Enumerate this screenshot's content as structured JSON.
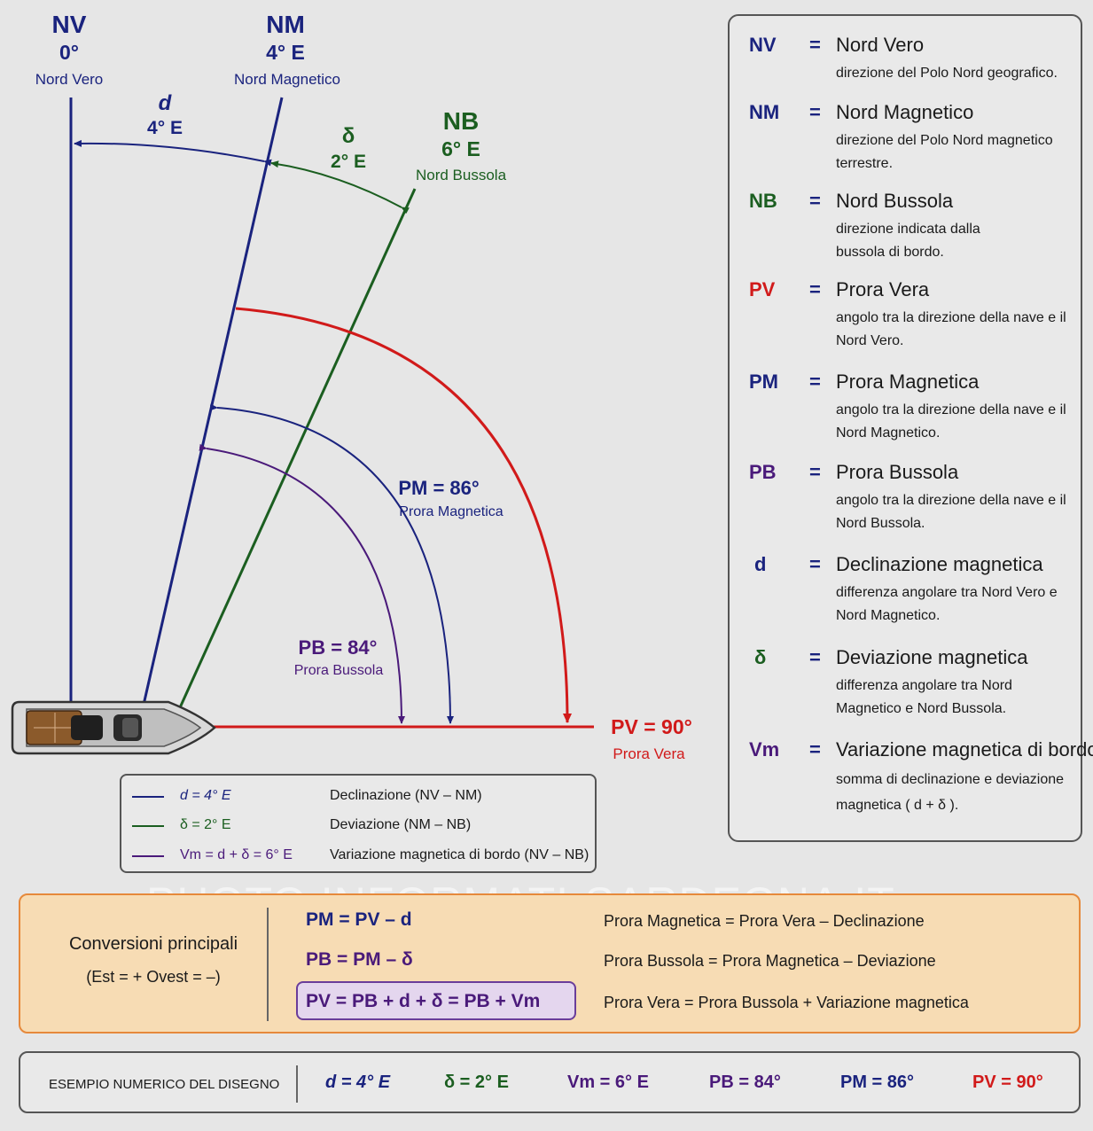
{
  "diagram": {
    "nv": {
      "label": "NV",
      "value": "0°",
      "name": "Nord Vero"
    },
    "nm": {
      "label": "NM",
      "value": "4° E",
      "name": "Nord Magnetico"
    },
    "nb": {
      "label": "NB",
      "value": "6° E",
      "name": "Nord Bussola"
    },
    "d_angle": {
      "symbol": "d",
      "value": "4° E"
    },
    "delta_angle": {
      "symbol": "δ",
      "value": "2° E"
    },
    "pm": {
      "value": "PM = 86°",
      "name": "Prora Magnetica"
    },
    "pb": {
      "value": "PB = 84°",
      "name": "Prora Bussola"
    },
    "pv": {
      "value": "PV = 90°",
      "name": "Prora Vera"
    }
  },
  "legend": [
    {
      "sym": "NV",
      "color": "#1a237e",
      "title": "Nord Vero",
      "desc": "direzione del Polo Nord geografico."
    },
    {
      "sym": "NM",
      "color": "#1a237e",
      "title": "Nord Magnetico",
      "desc": "direzione del Polo Nord magnetico terrestre."
    },
    {
      "sym": "NB",
      "color": "#1b5e20",
      "title": "Nord Bussola",
      "desc": "direzione indicata dalla bussola di bordo."
    },
    {
      "sym": "PV",
      "color": "#d11a1a",
      "title": "Prora Vera",
      "desc": "angolo tra la direzione della nave e il Nord Vero."
    },
    {
      "sym": "PM",
      "color": "#1a237e",
      "title": "Prora Magnetica",
      "desc": "angolo tra la direzione della nave e il Nord Magnetico."
    },
    {
      "sym": "PB",
      "color": "#4a1a7a",
      "title": "Prora Bussola",
      "desc": "angolo tra la direzione della nave e il Nord Bussola."
    },
    {
      "sym": "d",
      "color": "#1a237e",
      "title": "Declinazione magnetica",
      "desc": "differenza angolare tra Nord Vero e Nord Magnetico."
    },
    {
      "sym": "δ",
      "color": "#1b5e20",
      "title": "Deviazione magnetica",
      "desc": "differenza angolare tra Nord Magnetico e Nord Bussola."
    },
    {
      "sym": "Vm",
      "color": "#4a1a7a",
      "title": "Variazione magnetica di bordo",
      "desc": "somma di declinazione e deviazione magnetica ( d + δ )."
    }
  ],
  "legend_eq": "=",
  "key": [
    {
      "color": "#1a237e",
      "formula": "d  =  4° E",
      "desc": "Declinazione (NV – NM)"
    },
    {
      "color": "#1b5e20",
      "formula": "δ  =  2° E",
      "desc": "Deviazione (NM – NB)"
    },
    {
      "color": "#4a1a7a",
      "formula": "Vm = d + δ = 6° E",
      "desc": "Variazione magnetica di bordo (NV – NB)"
    }
  ],
  "conversions": {
    "title": "Conversioni principali",
    "subtitle": "(Est = +  Ovest = –)",
    "rows": [
      {
        "formula": "PM  =  PV  – d",
        "text": "Prora Magnetica  =  Prora Vera  –  Declinazione"
      },
      {
        "formula": "PB  =  PM – δ",
        "text": "Prora Bussola  =  Prora Magnetica  –  Deviazione"
      },
      {
        "formula": "PV  =  PB + d + δ  =  PB + Vm",
        "text": "Prora Vera  =  Prora Bussola  +  Variazione magnetica"
      }
    ]
  },
  "example": {
    "label": "ESEMPIO NUMERICO DEL DISEGNO",
    "items": [
      {
        "text": "d  =  4° E",
        "color": "#1a237e"
      },
      {
        "text": "δ  =  2° E",
        "color": "#1b5e20"
      },
      {
        "text": "Vm  =  6° E",
        "color": "#4a1a7a"
      },
      {
        "text": "PB  =  84°",
        "color": "#4a1a7a"
      },
      {
        "text": "PM  =  86°",
        "color": "#1a237e"
      },
      {
        "text": "PV  =  90°",
        "color": "#d11a1a"
      }
    ]
  },
  "watermark": "PHOTO INFORMATI-SARDEGNA.IT"
}
